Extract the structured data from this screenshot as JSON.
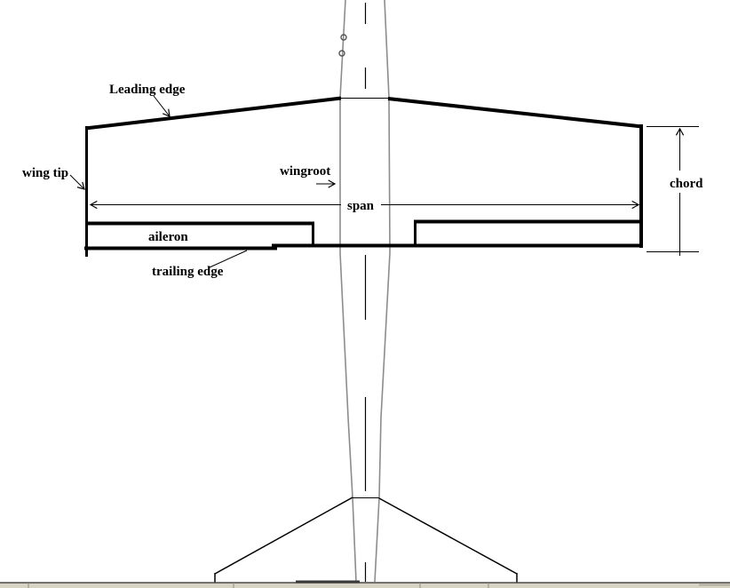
{
  "diagram": {
    "subject": "aircraft wing planform top view",
    "labels": {
      "leading_edge": "Leading edge",
      "wing_tip": "wing tip",
      "wingroot": "wingroot",
      "span": "span",
      "chord": "chord",
      "aileron": "aileron",
      "trailing_edge": "trailing edge"
    },
    "colors": {
      "ink": "#000000",
      "fuselage_line": "#8c8c8c",
      "background": "#ffffff",
      "ground_line": "#4a4a4a",
      "ground_band": "#d8d4c5",
      "ground_dark_segment": "#3a3a3a"
    }
  }
}
